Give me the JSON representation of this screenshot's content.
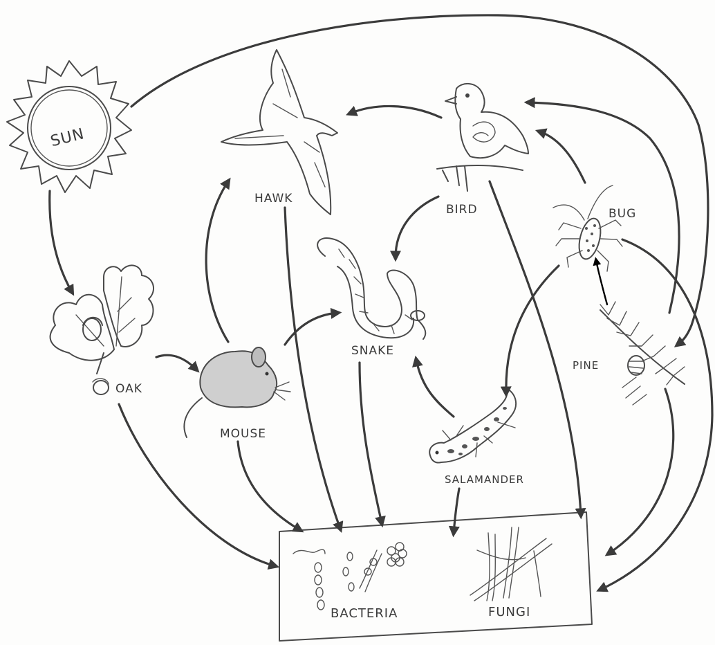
{
  "organisms": {
    "sun": "SUN",
    "hawk": "HAWK",
    "bird": "BIRD",
    "bug": "BUG",
    "oak": "OAK",
    "mouse": "MOUSE",
    "snake": "SNAKE",
    "pine": "PINE",
    "salamander": "SALAMANDER"
  },
  "decomposers": {
    "bacteria": "BACTERIA",
    "fungi": "FUNGI"
  },
  "links": [
    {
      "from": "sun",
      "to": "oak"
    },
    {
      "from": "sun",
      "to": "pine"
    },
    {
      "from": "oak",
      "to": "mouse"
    },
    {
      "from": "oak",
      "to": "decomposers"
    },
    {
      "from": "mouse",
      "to": "hawk"
    },
    {
      "from": "mouse",
      "to": "snake"
    },
    {
      "from": "mouse",
      "to": "decomposers"
    },
    {
      "from": "bird",
      "to": "hawk"
    },
    {
      "from": "bird",
      "to": "snake"
    },
    {
      "from": "bird",
      "to": "decomposers"
    },
    {
      "from": "bug",
      "to": "bird"
    },
    {
      "from": "bug",
      "to": "salamander"
    },
    {
      "from": "pine",
      "to": "bug"
    },
    {
      "from": "pine",
      "to": "bird"
    },
    {
      "from": "pine",
      "to": "decomposers"
    },
    {
      "from": "bug",
      "to": "decomposers"
    },
    {
      "from": "hawk",
      "to": "decomposers"
    },
    {
      "from": "snake",
      "to": "decomposers"
    },
    {
      "from": "salamander",
      "to": "snake"
    },
    {
      "from": "salamander",
      "to": "decomposers"
    }
  ],
  "colors": {
    "ink": "#3b3b3b",
    "paper": "#fdfdfc",
    "accent_arrow": "#000000"
  }
}
